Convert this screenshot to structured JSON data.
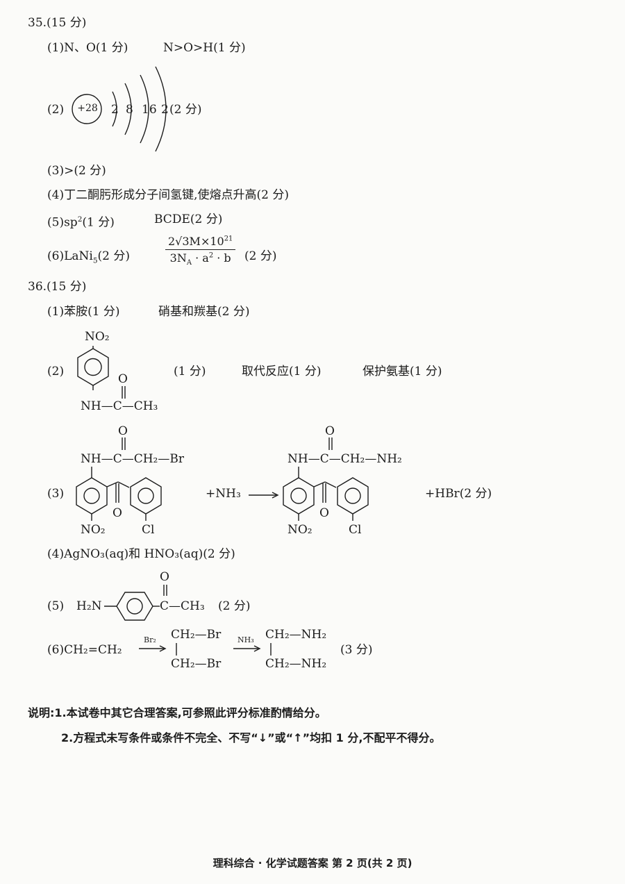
{
  "q35": {
    "number": "35.(15 分)",
    "p1": "(1)N、O(1 分)",
    "p1_order": "N>O>H(1 分)",
    "p2_label": "(2)",
    "p2_nucleus": "+28",
    "p2_shells": [
      "2",
      "8",
      "16",
      "2"
    ],
    "p2_score": "(2 分)",
    "p3": "(3)>(2 分)",
    "p4": "(4)丁二酮肟形成分子间氢键,使熔点升高(2 分)",
    "p5_label": "(5)sp",
    "p5_sup": "2",
    "p5_score": "(1 分)",
    "p5_answer": "BCDE(2 分)",
    "p6_label": "(6)LaNi",
    "p6_sub": "5",
    "p6_score": "(2 分)",
    "p6_num": "2√3M×10",
    "p6_num_exp": "21",
    "p6_den": "3N",
    "p6_den_sub": "A",
    "p6_den_rest": " · a",
    "p6_den_sup": "2",
    "p6_den_end": " · b",
    "p6_score2": "(2 分)"
  },
  "q36": {
    "number": "36.(15 分)",
    "p1a": "(1)苯胺(1 分)",
    "p1b": "硝基和羰基(2 分)",
    "p2_label": "(2)",
    "p2_top": "NO₂",
    "p2_nh": "NH—C—CH₃",
    "p2_o": "O",
    "p2_s1": "(1 分)",
    "p2_s2": "取代反应(1 分)",
    "p2_s3": "保护氨基(1 分)",
    "p3_label": "(3)",
    "p3_left_chain": "NH—C—CH₂—Br",
    "p3_right_chain": "NH—C—CH₂—NH₂",
    "p3_o": "O",
    "p3_no2": "NO₂",
    "p3_cl": "Cl",
    "p3_plus_nh3": "+NH₃",
    "p3_plus_hbr": "+HBr(2 分)",
    "p4": "(4)AgNO₃(aq)和 HNO₃(aq)(2 分)",
    "p5_label": "(5)",
    "p5_h2n": "H₂N",
    "p5_chain": "C—CH₃",
    "p5_o": "O",
    "p5_score": "(2 分)",
    "p6_label": "(6)CH₂=CH₂",
    "p6_reagent1": "Br₂",
    "p6_mid_top": "CH₂—Br",
    "p6_mid_bot": "CH₂—Br",
    "p6_reagent2": "NH₃",
    "p6_end_top": "CH₂—NH₂",
    "p6_end_bot": "CH₂—NH₂",
    "p6_score": "(3 分)"
  },
  "notes": {
    "n1": "说明:1.本试卷中其它合理答案,可参照此评分标准酌情给分。",
    "n2": "2.方程式未写条件或条件不完全、不写“↓”或“↑”均扣 1 分,不配平不得分。"
  },
  "footer": "理科综合 · 化学试题答案 第 2 页(共 2 页)"
}
